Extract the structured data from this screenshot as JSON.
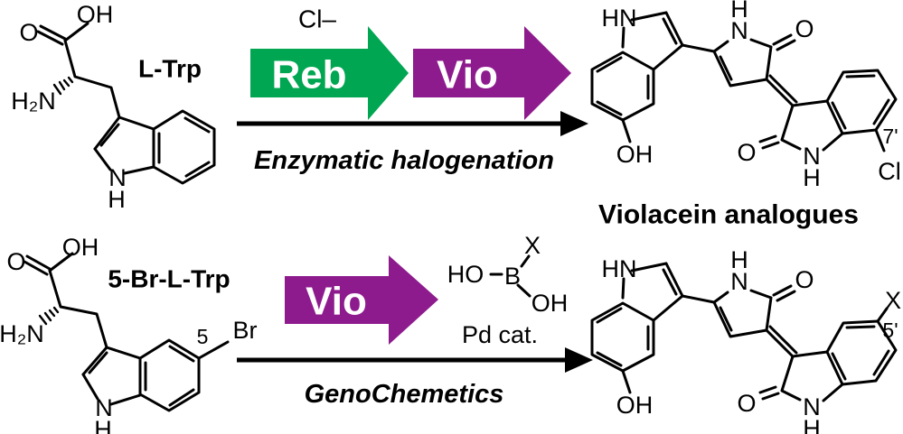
{
  "colors": {
    "arrow_green": "#00A651",
    "arrow_purple": "#8E1B8E",
    "highlight_red": "#EE1C1C",
    "ink": "#000000"
  },
  "atoms": {
    "oh": "OH",
    "o": "O",
    "h2n": "H₂N",
    "n": "N",
    "h": "H",
    "hn": "HN"
  },
  "top_row": {
    "substrate": "L-Trp",
    "chloride": "Cl–",
    "enzymes": [
      {
        "label": "Reb"
      },
      {
        "label": "Vio"
      }
    ],
    "reaction": "Enzymatic halogenation",
    "product_position": "7'",
    "product_halogen": "Cl",
    "product_caption": "Violacein analogues"
  },
  "bottom_row": {
    "substrate": "5-Br-L-Trp",
    "substrate_position": "5",
    "substrate_halogen": "Br",
    "enzymes": [
      {
        "label": "Vio"
      }
    ],
    "boronic": {
      "ho": "HO",
      "b": "B",
      "x": "X",
      "oh": "OH"
    },
    "catalyst": "Pd cat.",
    "reaction": "GenoChemetics",
    "product_position": "5'",
    "product_substituent": "X"
  }
}
